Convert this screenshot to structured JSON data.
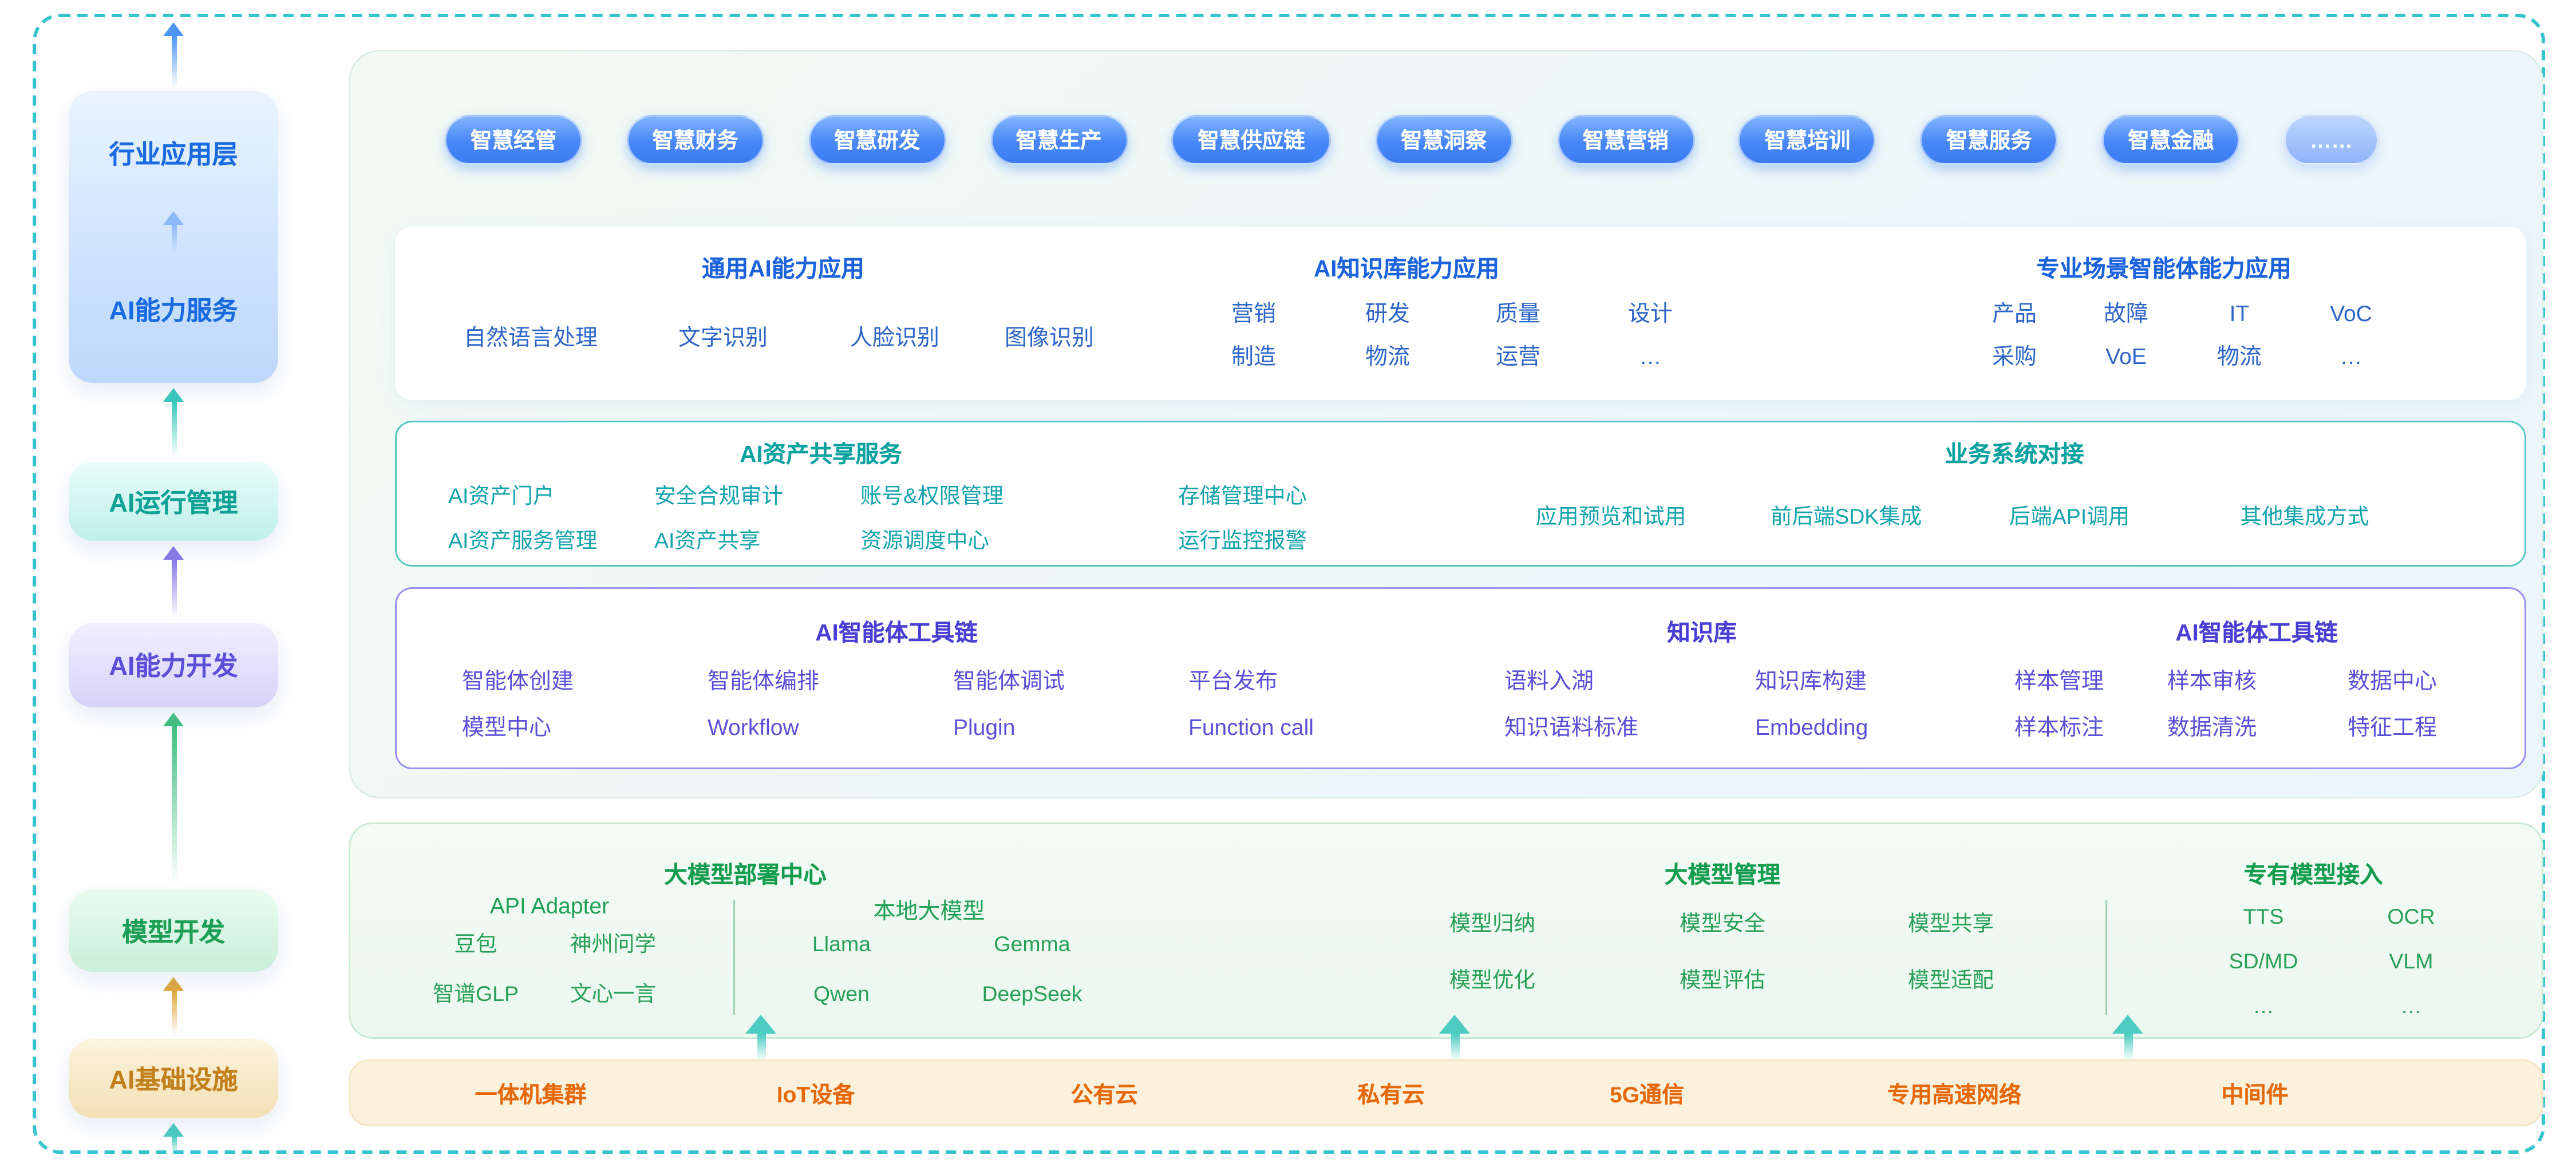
{
  "colors": {
    "frame_dash": "#35C4CE",
    "pill_blue": "#3E7EF5",
    "blue_text": "#1B63DC",
    "teal_text": "#0AA2A0",
    "purple_text": "#4A3FD4",
    "green_text": "#149C4E",
    "orange_text": "#E5690B"
  },
  "sidebar": {
    "layer1": {
      "label_top": "行业应用层",
      "label_bottom": "AI能力服务"
    },
    "layer2": {
      "label": "AI运行管理"
    },
    "layer3": {
      "label": "AI能力开发"
    },
    "layer4": {
      "label": "模型开发"
    },
    "layer5": {
      "label": "AI基础设施"
    }
  },
  "apps": {
    "pills": [
      "智慧经管",
      "智慧财务",
      "智慧研发",
      "智慧生产",
      "智慧供应链",
      "智慧洞察",
      "智慧营销",
      "智慧培训",
      "智慧服务",
      "智慧金融",
      "……"
    ]
  },
  "capability_card": {
    "general": {
      "title": "通用AI能力应用",
      "items": [
        "自然语言处理",
        "文字识别",
        "人脸识别",
        "图像识别"
      ]
    },
    "knowledge": {
      "title": "AI知识库能力应用",
      "cols": [
        [
          "营销",
          "制造"
        ],
        [
          "研发",
          "物流"
        ],
        [
          "质量",
          "运营"
        ],
        [
          "设计",
          "…"
        ]
      ]
    },
    "agent_scene": {
      "title": "专业场景智能体能力应用",
      "cols": [
        [
          "产品",
          "采购"
        ],
        [
          "故障",
          "VoE"
        ],
        [
          "IT",
          "物流"
        ],
        [
          "VoC",
          "…"
        ]
      ]
    }
  },
  "asset_card": {
    "share": {
      "title": "AI资产共享服务",
      "cols": [
        [
          "AI资产门户",
          "AI资产服务管理"
        ],
        [
          "安全合规审计",
          "AI资产共享"
        ],
        [
          "账号&权限管理",
          "资源调度中心"
        ],
        [
          "存储管理中心",
          "运行监控报警"
        ]
      ]
    },
    "integration": {
      "title": "业务系统对接",
      "items": [
        "应用预览和试用",
        "前后端SDK集成",
        "后端API调用",
        "其他集成方式"
      ]
    }
  },
  "agent_card": {
    "toolchain": {
      "title": "AI智能体工具链",
      "cols": [
        [
          "智能体创建",
          "模型中心"
        ],
        [
          "智能体编排",
          "Workflow"
        ],
        [
          "智能体调试",
          "Plugin"
        ],
        [
          "平台发布",
          "Function call"
        ]
      ]
    },
    "kb": {
      "title": "知识库",
      "cols": [
        [
          "语料入湖",
          "知识语料标准"
        ],
        [
          "知识库构建",
          "Embedding"
        ]
      ]
    },
    "toolchain2": {
      "title": "AI智能体工具链",
      "cols": [
        [
          "样本管理",
          "样本标注"
        ],
        [
          "样本审核",
          "数据清洗"
        ],
        [
          "数据中心",
          "特征工程"
        ]
      ]
    }
  },
  "model_card": {
    "deploy": {
      "title": "大模型部署中心",
      "api": {
        "label": "API Adapter",
        "cols": [
          [
            "豆包",
            "智谱GLP"
          ],
          [
            "神州问学",
            "文心一言"
          ]
        ]
      },
      "local": {
        "label": "本地大模型",
        "cols": [
          [
            "Llama",
            "Qwen"
          ],
          [
            "Gemma",
            "DeepSeek"
          ]
        ]
      }
    },
    "manage": {
      "title": "大模型管理",
      "cols": [
        [
          "模型归纳",
          "模型优化"
        ],
        [
          "模型安全",
          "模型评估"
        ],
        [
          "模型共享",
          "模型适配"
        ]
      ]
    },
    "private": {
      "title": "专有模型接入",
      "cols": [
        [
          "TTS",
          "SD/MD",
          "…"
        ],
        [
          "OCR",
          "VLM",
          "…"
        ]
      ]
    }
  },
  "infra_bar": {
    "items": [
      "一体机集群",
      "IoT设备",
      "公有云",
      "私有云",
      "5G通信",
      "专用高速网络",
      "中间件"
    ]
  }
}
